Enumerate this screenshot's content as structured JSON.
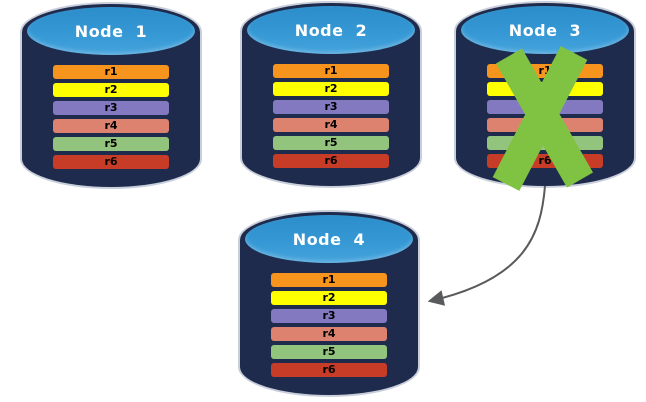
{
  "diagram": {
    "type": "database-replication-failover",
    "nodes": [
      {
        "label": "Node 1",
        "failed": false,
        "rows": [
          {
            "label": "r1",
            "color": "#F7941E"
          },
          {
            "label": "r2",
            "color": "#FFFF00"
          },
          {
            "label": "r3",
            "color": "#8379C0"
          },
          {
            "label": "r4",
            "color": "#DE8270"
          },
          {
            "label": "r5",
            "color": "#93C47D"
          },
          {
            "label": "r6",
            "color": "#C63C26"
          }
        ]
      },
      {
        "label": "Node 2",
        "failed": false,
        "rows": [
          {
            "label": "r1",
            "color": "#F7941E"
          },
          {
            "label": "r2",
            "color": "#FFFF00"
          },
          {
            "label": "r3",
            "color": "#8379C0"
          },
          {
            "label": "r4",
            "color": "#DE8270"
          },
          {
            "label": "r5",
            "color": "#93C47D"
          },
          {
            "label": "r6",
            "color": "#C63C26"
          }
        ]
      },
      {
        "label": "Node 3",
        "failed": true,
        "rows": [
          {
            "label": "r1",
            "color": "#F7941E"
          },
          {
            "label": "r2",
            "color": "#FFFF00"
          },
          {
            "label": "r3",
            "color": "#8379C0"
          },
          {
            "label": "r4",
            "color": "#DE8270"
          },
          {
            "label": "r5",
            "color": "#93C47D"
          },
          {
            "label": "r6",
            "color": "#C63C26"
          }
        ]
      },
      {
        "label": "Node 4",
        "failed": false,
        "rows": [
          {
            "label": "r1",
            "color": "#F7941E"
          },
          {
            "label": "r2",
            "color": "#FFFF00"
          },
          {
            "label": "r3",
            "color": "#8379C0"
          },
          {
            "label": "r4",
            "color": "#DE8270"
          },
          {
            "label": "r5",
            "color": "#93C47D"
          },
          {
            "label": "r6",
            "color": "#C63C26"
          }
        ]
      }
    ],
    "colors": {
      "cylinder_body": "#1E2B4D",
      "cylinder_top": "#3295D2",
      "cylinder_outline": "#C9CEDB",
      "failure_x": "#80C342",
      "arrow": "#595A5C",
      "title_text": "#FFFFFF",
      "row_text": "#000000",
      "background": "#FFFFFF"
    }
  }
}
